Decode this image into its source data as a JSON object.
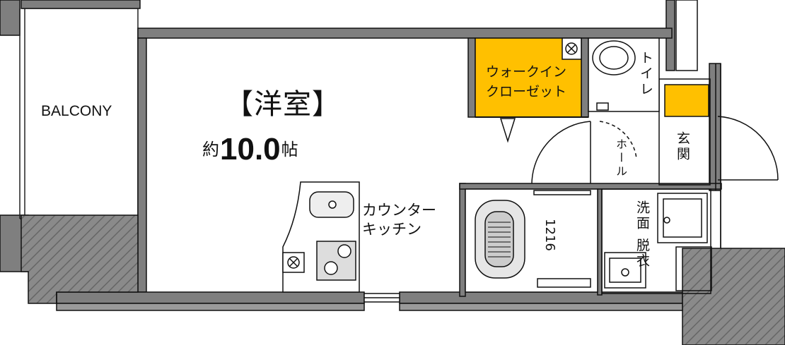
{
  "rooms": {
    "western": {
      "title": "【洋室】",
      "size_prefix": "約",
      "size_value": "10.0",
      "size_unit": "帖"
    },
    "balcony": "BALCONY",
    "kitchen": "カウンター\nキッチン",
    "walk_in_closet": "ウォークイン\nクローゼット",
    "toilet": "トイレ",
    "entrance": "玄関",
    "hall": "ホール",
    "washroom": "洗面\n脱衣",
    "bath_size": "1216"
  },
  "colors": {
    "closet_fill": "#FFC000",
    "wall": "#7f7f7f",
    "wall_dark": "#555555",
    "line": "#111111",
    "fixture": "#e0e0e0"
  }
}
